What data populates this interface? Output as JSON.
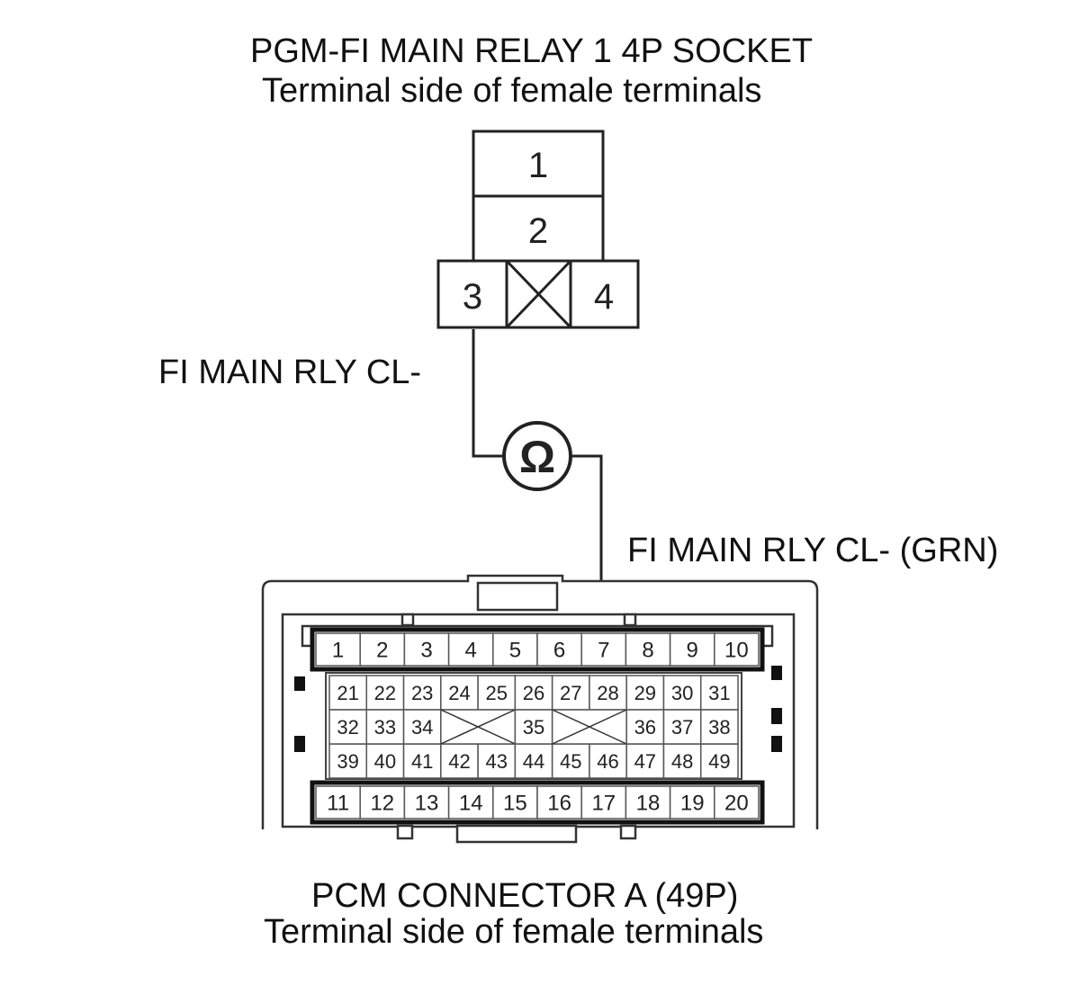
{
  "relay": {
    "title": "PGM-FI MAIN RELAY 1 4P SOCKET",
    "subtitle": "Terminal side of female terminals",
    "terminals": [
      "1",
      "2",
      "3",
      "4"
    ]
  },
  "wire_labels": {
    "relay_side": "FI MAIN RLY CL-",
    "pcm_side": "FI MAIN RLY CL- (GRN)"
  },
  "meter": {
    "symbol": "Ω",
    "icon": "ohmmeter-icon"
  },
  "pcm": {
    "title": "PCM CONNECTOR A (49P)",
    "subtitle": "Terminal side of female terminals",
    "top_row": [
      "1",
      "2",
      "3",
      "4",
      "5",
      "6",
      "7",
      "8",
      "9",
      "10"
    ],
    "bottom_row": [
      "11",
      "12",
      "13",
      "14",
      "15",
      "16",
      "17",
      "18",
      "19",
      "20"
    ],
    "row_a": [
      "21",
      "22",
      "23",
      "24",
      "25",
      "26",
      "27",
      "28",
      "29",
      "30",
      "31"
    ],
    "row_b": [
      "32",
      "33",
      "34",
      "35",
      "36",
      "37",
      "38"
    ],
    "row_c": [
      "39",
      "40",
      "41",
      "42",
      "43",
      "44",
      "45",
      "46",
      "47",
      "48",
      "49"
    ],
    "probed_terminal": "7"
  }
}
